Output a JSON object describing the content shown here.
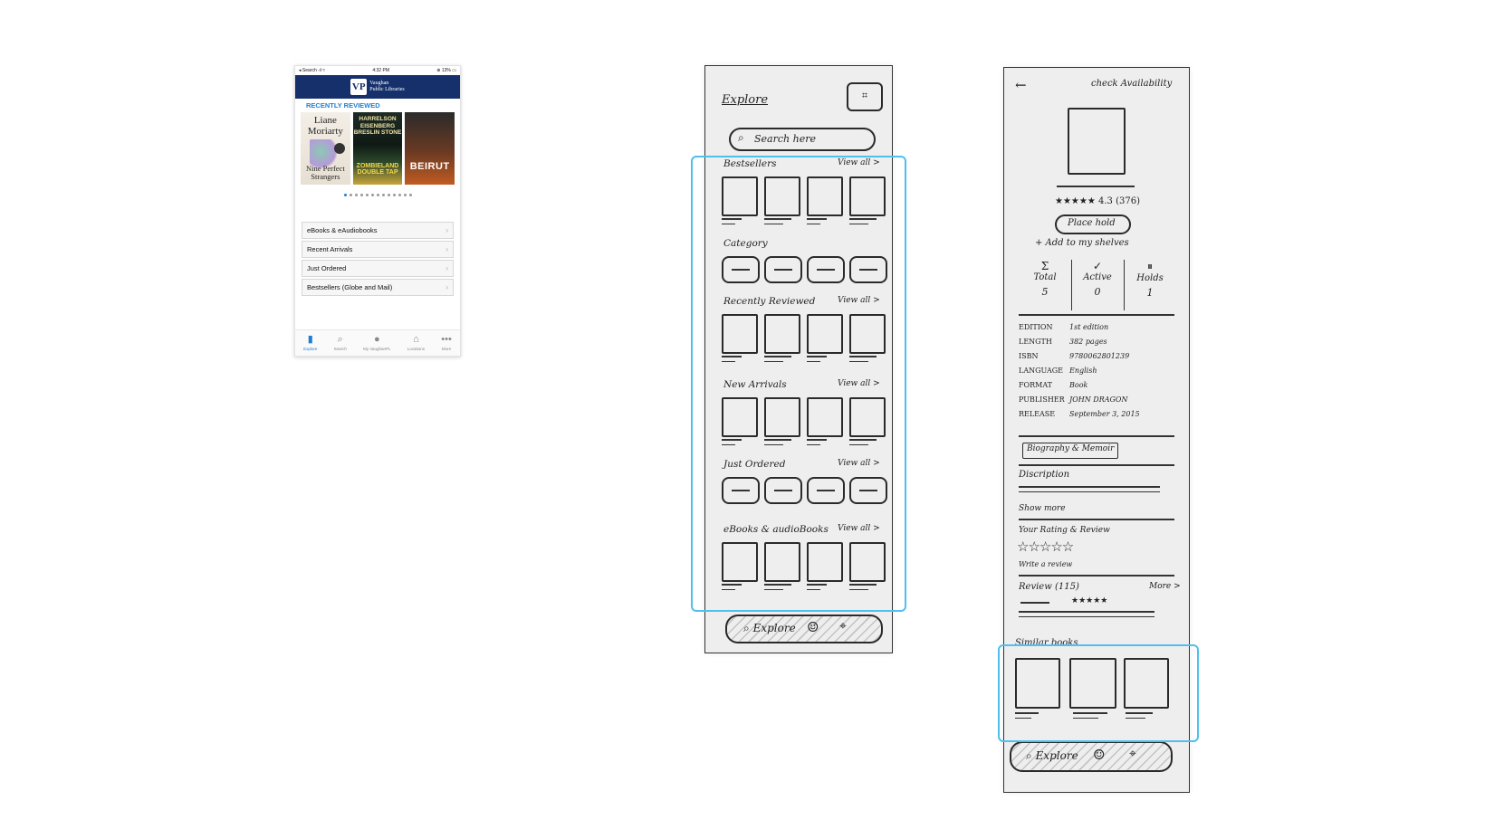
{
  "phone": {
    "status_left": "◂ Search ᐧıl ≈",
    "status_time": "4:32 PM",
    "status_right": "⊕ 13% ▭",
    "brand_line1": "Vaughan",
    "brand_line2": "Public Libraries",
    "logo_letters": "VP",
    "section_title": "RECENTLY REVIEWED",
    "covers": [
      {
        "author": "Liane Moriarty",
        "title": "Nine Perfect Strangers"
      },
      {
        "cast": "HARRELSON EISENBERG BRESLIN STONE",
        "title": "ZOMBIELAND DOUBLE TAP"
      },
      {
        "title": "BEIRUT"
      }
    ],
    "page_dots": 13,
    "active_dot": 0,
    "menu": [
      {
        "label": "eBooks & eAudiobooks"
      },
      {
        "label": "Recent Arrivals"
      },
      {
        "label": "Just Ordered"
      },
      {
        "label": "Bestsellers (Globe and Mail)"
      }
    ],
    "tabs": [
      {
        "label": "Explore",
        "icon": "book-icon",
        "glyph": "▮"
      },
      {
        "label": "Search",
        "icon": "search-icon",
        "glyph": "⌕"
      },
      {
        "label": "My VaughanPL",
        "icon": "person-icon",
        "glyph": "●"
      },
      {
        "label": "Locations",
        "icon": "building-icon",
        "glyph": "⌂"
      },
      {
        "label": "More",
        "icon": "more-icon",
        "glyph": "•••"
      }
    ],
    "accent": "#1e7fd1",
    "brand_color": "#15306b"
  },
  "sketch_explore": {
    "title": "Explore",
    "search_placeholder": "Search here",
    "sections": [
      {
        "label": "Bestsellers",
        "view_all": "View all >"
      },
      {
        "label": "Category",
        "view_all": ""
      },
      {
        "label": "Recently Reviewed",
        "view_all": "View all >"
      },
      {
        "label": "New Arrivals",
        "view_all": "View all >"
      },
      {
        "label": "Just Ordered",
        "view_all": "View all >"
      },
      {
        "label": "eBooks & audioBooks",
        "view_all": "View all >"
      }
    ],
    "bottom_nav_label": "Explore"
  },
  "sketch_detail": {
    "header_link": "check Availability",
    "rating_text": "★★★★★ 4.3 (376)",
    "place_hold": "Place hold",
    "add_shelves": "+ Add to my shelves",
    "stats": [
      {
        "label": "Total",
        "value": "5",
        "glyph": "Σ"
      },
      {
        "label": "Active",
        "value": "0",
        "glyph": "✓"
      },
      {
        "label": "Holds",
        "value": "1",
        "glyph": "⏸"
      }
    ],
    "meta": [
      {
        "key": "EDITION",
        "value": "1st edition"
      },
      {
        "key": "LENGTH",
        "value": "382 pages"
      },
      {
        "key": "ISBN",
        "value": "9780062801239"
      },
      {
        "key": "LANGUAGE",
        "value": "English"
      },
      {
        "key": "FORMAT",
        "value": "Book"
      },
      {
        "key": "PUBLISHER",
        "value": "JOHN DRAGON"
      },
      {
        "key": "RELEASE",
        "value": "September 3, 2015"
      }
    ],
    "genre_tag": "Biography & Memoir",
    "description_label": "Discription",
    "show_more": "Show more",
    "your_rating_label": "Your Rating & Review",
    "empty_stars": "☆☆☆☆☆",
    "write_review": "Write a review",
    "reviews_label": "Review (115)",
    "more_link": "More >",
    "review_stars": "★★★★★",
    "similar_label": "Similar books",
    "bottom_nav_label": "Explore"
  },
  "colors": {
    "highlight": "#4fc0ee",
    "paper": "#eeeeef",
    "ink": "#2a2a2a"
  }
}
